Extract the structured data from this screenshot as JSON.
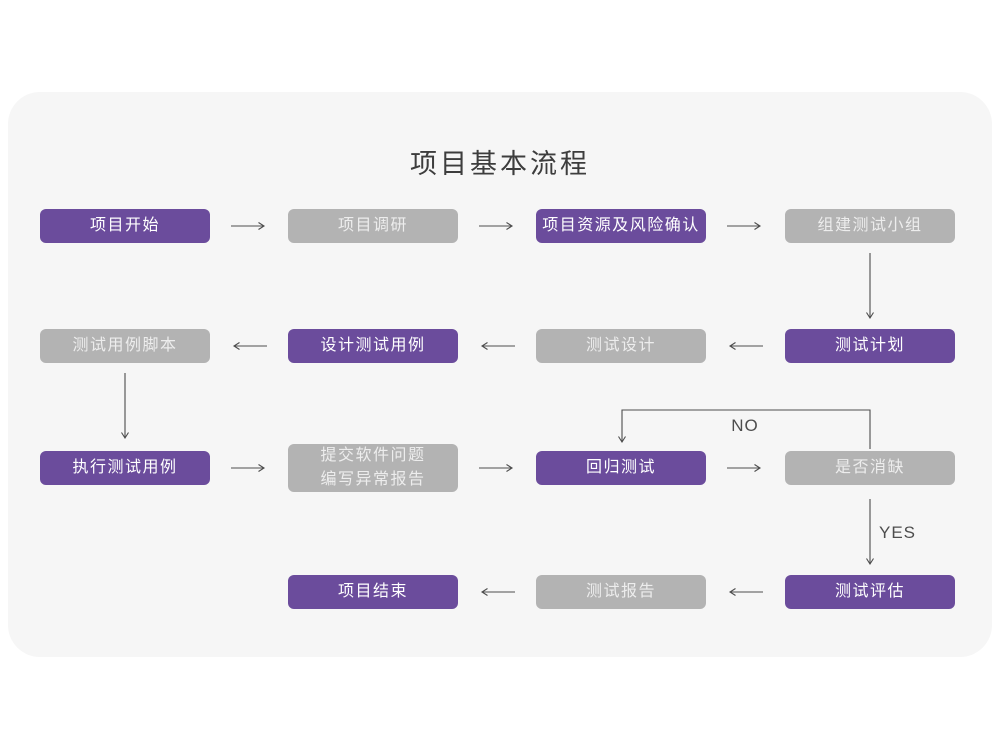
{
  "title": "项目基本流程",
  "colors": {
    "purple": "#6b4c9c",
    "gray": "#b3b3b3",
    "card_bg": "#f6f6f6",
    "page_bg": "#ffffff",
    "arrow": "#4d4d4d",
    "title_text": "#3d3d3d",
    "node_text": "#ffffff"
  },
  "flow": {
    "nodes": {
      "project_start": "项目开始",
      "project_research": "项目调研",
      "resource_risk": "项目资源及风险确认",
      "build_team": "组建测试小组",
      "test_plan": "测试计划",
      "test_design": "测试设计",
      "design_cases": "设计测试用例",
      "case_script": "测试用例脚本",
      "execute_cases": "执行测试用例",
      "submit_issues": "提交软件问题\n编写异常报告",
      "regression_test": "回归测试",
      "defect_cleared": "是否消缺",
      "test_evaluate": "测试评估",
      "test_report": "测试报告",
      "project_end": "项目结束"
    },
    "labels": {
      "no": "NO",
      "yes": "YES"
    }
  }
}
